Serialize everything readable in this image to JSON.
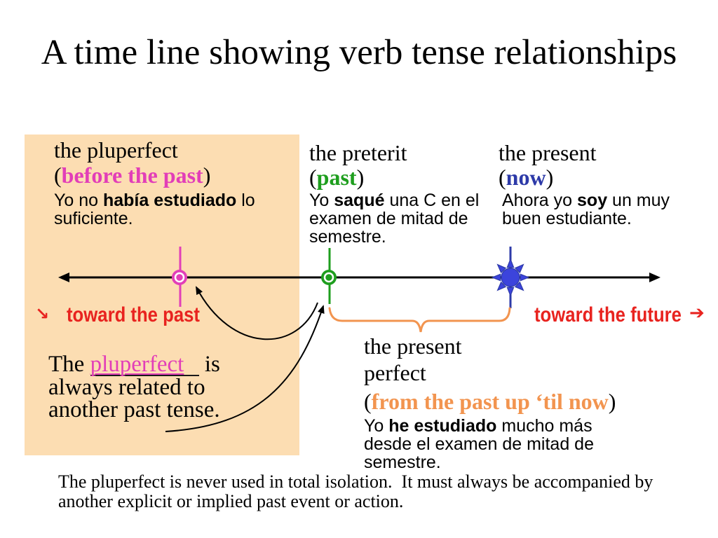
{
  "title": "A time line showing verb tense relationships",
  "colors": {
    "background": "#FFFFFF",
    "text": "#000000",
    "pluperfect_panel": "#FCDDB2",
    "pluperfect": "#E23EB8",
    "preterit": "#1E9E1E",
    "present": "#2D3AA8",
    "present_icon": "#3C44DC",
    "present_perfect": "#F2944F",
    "direction": "#E8231F"
  },
  "pluperfect": {
    "heading": "the pluperfect",
    "gloss_open": "(",
    "gloss": "before the past",
    "gloss_close": ")",
    "example": {
      "line1_pre": "Yo no ",
      "line1_bold": "había estudiado",
      "line1_post": " lo",
      "line2": "suficiente."
    }
  },
  "preterit": {
    "heading": "the preterit",
    "gloss_open": "(",
    "gloss": "past",
    "gloss_close": ")",
    "example": {
      "line1_pre": "Yo ",
      "line1_bold": "saqué",
      "line1_post": " una C en el",
      "line2": "examen de mitad de",
      "line3": "semestre."
    }
  },
  "present": {
    "heading": "the present",
    "gloss_open": "(",
    "gloss": "now",
    "gloss_close": ")",
    "example": {
      "line1_pre": "Ahora yo ",
      "line1_bold": "soy",
      "line1_post": " un muy",
      "line2": "buen estudiante."
    }
  },
  "present_perfect": {
    "heading_line1": "the present",
    "heading_line2": "perfect",
    "gloss_open": "(",
    "gloss": "from the past up ‘til now",
    "gloss_close": ")",
    "example": {
      "line1_pre": "Yo ",
      "line1_bold": "he estudiado",
      "line1_post": " mucho más",
      "line2": "desde el examen de mitad de",
      "line3": "semestre."
    }
  },
  "timeline": {
    "past_arrow": "↘",
    "past_label": "toward the past",
    "future_label": "toward the future",
    "future_arrow": "➔"
  },
  "note": {
    "line1_pre": "The ",
    "blank_word": "pluperfect",
    "line1_post": " is",
    "line2": "always related to",
    "line3": "another past tense."
  },
  "footnote": {
    "line1": "The pluperfect is never used in total isolation.  It must always be accompanied by",
    "line2": "another explicit or implied past event or action."
  }
}
